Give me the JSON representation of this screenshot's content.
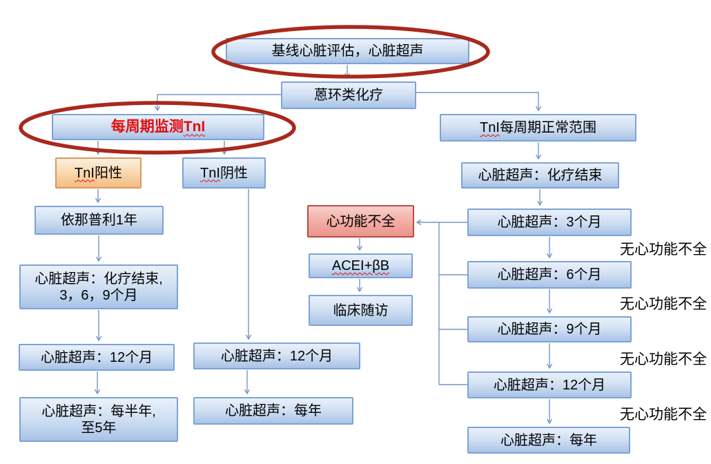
{
  "nodes": {
    "baseline": {
      "text": "基线心脏评估，心脏超声"
    },
    "chemo": {
      "text": "蒽环类化疗"
    },
    "monitor_tni": {
      "pre": "每周期监测",
      "tni": "TnI"
    },
    "tni_positive": {
      "tni": "TnI",
      "rest": "阳性"
    },
    "tni_negative": {
      "tni": "TnI",
      "rest": "阴性"
    },
    "enalapril": {
      "text": "依那普利1年"
    },
    "echo_end_369": {
      "text": "心脏超声：化疗结束,\n3，6，9个月"
    },
    "echo_12m_left": {
      "text": "心脏超声：12个月"
    },
    "echo_semiannual_5y": {
      "text": "心脏超声：每半年,\n至5年"
    },
    "echo_12m_mid": {
      "text": "心脏超声：12个月"
    },
    "echo_annual_mid": {
      "text": "心脏超声：每年"
    },
    "cardiac_dysfunction": {
      "text": "心功能不全"
    },
    "acei_bb": {
      "text": "ACEI+βB"
    },
    "clinical_followup": {
      "text": "临床随访"
    },
    "tni_normal": {
      "tni": "TnI",
      "rest": "每周期正常范围"
    },
    "echo_chemo_end": {
      "text": "心脏超声：化疗结束"
    },
    "echo_3m": {
      "text": "心脏超声：3个月"
    },
    "echo_6m": {
      "text": "心脏超声：6个月"
    },
    "echo_9m": {
      "text": "心脏超声：9个月"
    },
    "echo_12m_right": {
      "text": "心脏超声：12个月"
    },
    "echo_annual_right": {
      "text": "心脏超声：每年"
    }
  },
  "edge_labels": [
    "无心功能不全",
    "无心功能不全",
    "无心功能不全",
    "无心功能不全"
  ],
  "colors": {
    "box_border_blue": "#7ca3d6",
    "box_fill_blue_top": "#eaf1fb",
    "box_fill_blue_bottom": "#a9c3e6",
    "box_border_orange": "#d9995c",
    "box_fill_orange_bottom": "#f3bd83",
    "box_border_red": "#bc4b42",
    "box_fill_red_bottom": "#e9968d",
    "connector_blue": "#7396c4",
    "highlight_ellipse_red": "#a8291c",
    "alert_text_red": "#e60b0b"
  }
}
